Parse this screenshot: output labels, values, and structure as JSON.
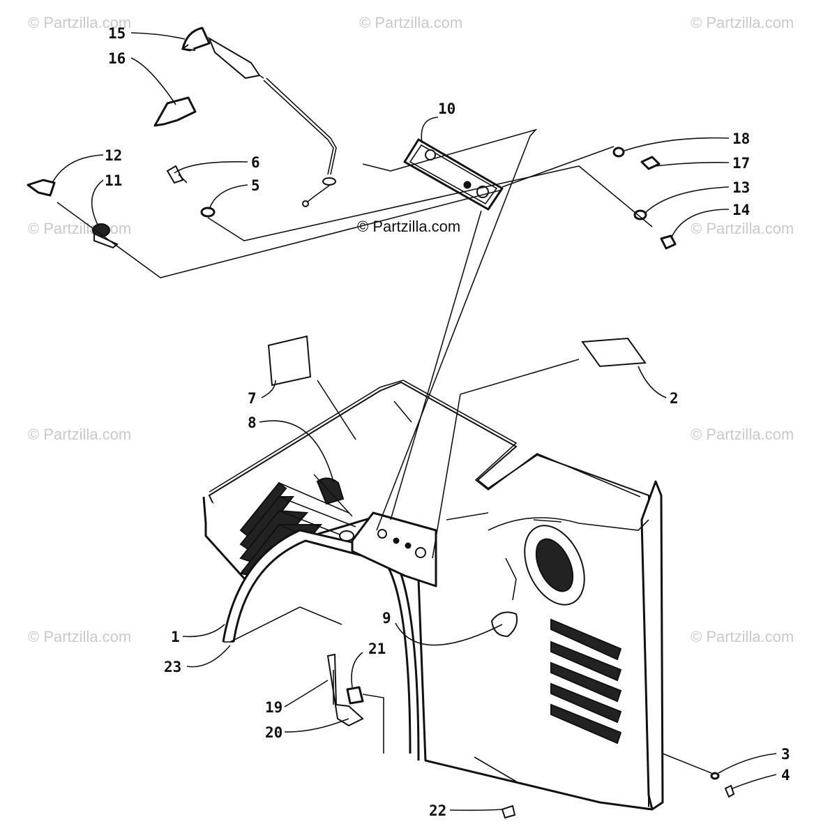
{
  "watermark": {
    "tile_text": "© Partzilla.com",
    "center_text": "© Partzilla.com"
  },
  "callouts": [
    "1",
    "2",
    "3",
    "4",
    "5",
    "6",
    "7",
    "8",
    "9",
    "10",
    "11",
    "12",
    "13",
    "14",
    "15",
    "16",
    "17",
    "18",
    "19",
    "20",
    "21",
    "22",
    "23"
  ]
}
